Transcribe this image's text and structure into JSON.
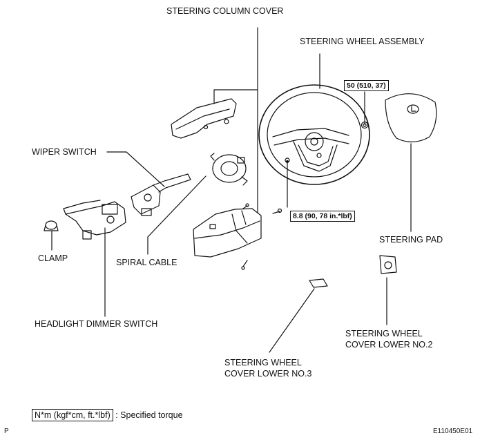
{
  "labels": {
    "steering_column_cover": "STEERING COLUMN COVER",
    "steering_wheel_assembly": "STEERING WHEEL ASSEMBLY",
    "wiper_switch": "WIPER SWITCH",
    "spiral_cable": "SPIRAL CABLE",
    "clamp": "CLAMP",
    "headlight_dimmer_switch": "HEADLIGHT DIMMER SWITCH",
    "steering_pad": "STEERING PAD",
    "cover_lower_no2_line1": "STEERING WHEEL",
    "cover_lower_no2_line2": "COVER LOWER NO.2",
    "cover_lower_no3_line1": "STEERING WHEEL",
    "cover_lower_no3_line2": "COVER LOWER NO.3"
  },
  "torques": {
    "wheel_nut": "50 (510, 37)",
    "pad_screws": "8.8 (90, 78 in.*lbf)"
  },
  "legend": {
    "unit": "N*m (kgf*cm, ft.*lbf)",
    "description": ": Specified torque"
  },
  "corner": {
    "left": "P",
    "right": "E110450E01"
  }
}
